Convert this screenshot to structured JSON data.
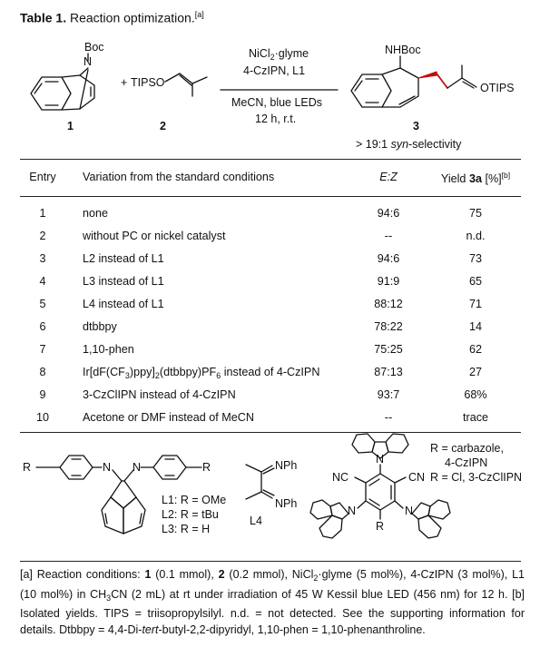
{
  "caption": {
    "label": "Table 1.",
    "text": " Reaction optimization.",
    "note": "[a]"
  },
  "scheme": {
    "substrate1_group": "Boc",
    "substrate1_atom": "N",
    "compound1": "1",
    "plus": "+",
    "substrate2": "TIPSO",
    "compound2": "2",
    "cond_1": "NiCl",
    "cond_1_sub": "2",
    "cond_1b": "·glyme",
    "cond_2": "4-CzIPN, L1",
    "cond_3": "MeCN, blue LEDs",
    "cond_4": "12 h, r.t.",
    "product_group": "NHBoc",
    "product_otips": "OTIPS",
    "compound3": "3",
    "selectivity_prefix": "> 19:1 ",
    "selectivity_italic": "syn",
    "selectivity_suffix": "-selectivity"
  },
  "table": {
    "headers": {
      "entry": "Entry",
      "variation": "Variation from the standard conditions",
      "ez": "E:Z",
      "yield_prefix": "Yield ",
      "yield_bold": "3a",
      "yield_suffix": " [%]",
      "yield_note": "[b]"
    },
    "rows": [
      {
        "entry": "1",
        "variation": "none",
        "ez": "94:6",
        "yield": "75"
      },
      {
        "entry": "2",
        "variation": "without PC or nickel catalyst",
        "ez": "--",
        "yield": "n.d."
      },
      {
        "entry": "3",
        "variation": "L2 instead of L1",
        "ez": "94:6",
        "yield": "73"
      },
      {
        "entry": "4",
        "variation": "L3 instead of L1",
        "ez": "91:9",
        "yield": "65"
      },
      {
        "entry": "5",
        "variation": "L4 instead of L1",
        "ez": "88:12",
        "yield": "71"
      },
      {
        "entry": "6",
        "variation": "dtbbpy",
        "ez": "78:22",
        "yield": "14"
      },
      {
        "entry": "7",
        "variation": "1,10-phen",
        "ez": "75:25",
        "yield": "62"
      },
      {
        "entry": "8",
        "variation": "",
        "ez": "87:13",
        "yield": "27"
      },
      {
        "entry": "9",
        "variation": "3-CzClIPN instead of 4-CzIPN",
        "ez": "93:7",
        "yield": "68%"
      },
      {
        "entry": "10",
        "variation": "Acetone or DMF instead of MeCN",
        "ez": "--",
        "yield": "trace"
      }
    ],
    "row8_parts": {
      "a": "Ir[dF(CF",
      "a_sub": "3",
      "b": ")ppy]",
      "b_sub": "2",
      "c": "(dtbbpy)PF",
      "c_sub": "6",
      "d": " instead of 4-CzIPN"
    }
  },
  "ligands": {
    "r_left": "R",
    "n_left": "N",
    "n_right": "N",
    "r_right": "R",
    "l1": "L1: R = OMe",
    "l2": "L2: R = tBu",
    "l3": "L3: R = H",
    "nph_top": "NPh",
    "nph_bottom": "NPh",
    "l4": "L4",
    "nc": "NC",
    "cn": "CN",
    "n_top": "N",
    "n_left_cz": "N",
    "n_right_cz": "N",
    "r_bottom": "R",
    "legend_1": "R = carbazole,",
    "legend_2": "4-CzIPN",
    "legend_3": "R = Cl, 3-CzClIPN"
  },
  "footnote": {
    "p1": "[a] Reaction conditions: ",
    "b1": "1",
    "p2": " (0.1 mmol), ",
    "b2": "2",
    "p3": " (0.2 mmol), NiCl",
    "s1": "2",
    "p4": "·glyme (5 mol%), 4-CzIPN (3 mol%), L1 (10 mol%) in CH",
    "s2": "3",
    "p5": "CN (2 mL) at rt under irradiation of 45 W Kessil blue LED (456 nm) for 12 h. [b] Isolated yields. TIPS = triisopropylsilyl. n.d. = not detected. See the supporting information for details. Dtbbpy = 4,4-Di-",
    "i1": "tert",
    "p6": "-butyl-2,2-dipyridyl, 1,10-phen = 1,10-phenanthroline."
  }
}
